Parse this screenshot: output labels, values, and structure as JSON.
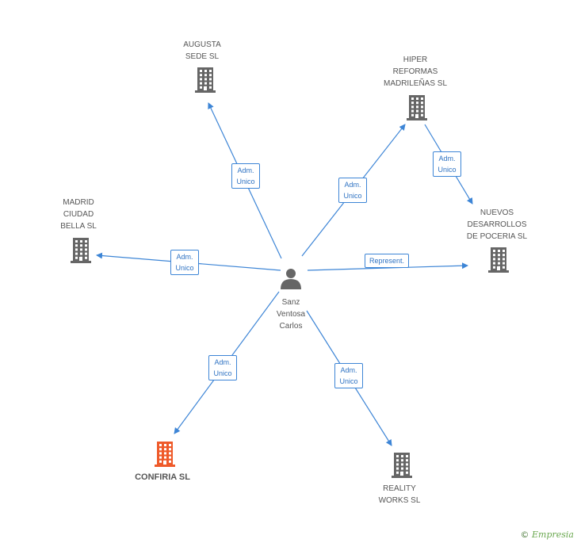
{
  "center": {
    "name": "Sanz\nVentosa\nCarlos",
    "icon": "person-icon"
  },
  "nodes": [
    {
      "id": "augusta",
      "name": "AUGUSTA\nSEDE SL",
      "icon": "building-icon",
      "color": "#666666",
      "highlight": false
    },
    {
      "id": "hiper",
      "name": "HIPER\nREFORMAS\nMADRILEÑAS SL",
      "icon": "building-icon",
      "color": "#666666",
      "highlight": false
    },
    {
      "id": "nuevos",
      "name": "NUEVOS\nDESARROLLOS\nDE POCERIA SL",
      "icon": "building-icon",
      "color": "#666666",
      "highlight": false
    },
    {
      "id": "madrid",
      "name": "MADRID\nCIUDAD\nBELLA SL",
      "icon": "building-icon",
      "color": "#666666",
      "highlight": false
    },
    {
      "id": "confiria",
      "name": "CONFIRIA  SL",
      "icon": "building-icon",
      "color": "#ef5a2a",
      "highlight": true
    },
    {
      "id": "reality",
      "name": "REALITY\nWORKS  SL",
      "icon": "building-icon",
      "color": "#666666",
      "highlight": false
    }
  ],
  "edges": [
    {
      "from": "center",
      "to": "augusta",
      "label": "Adm.\nUnico"
    },
    {
      "from": "center",
      "to": "hiper",
      "label": "Adm.\nUnico"
    },
    {
      "from": "hiper",
      "to": "nuevos",
      "label": "Adm.\nUnico"
    },
    {
      "from": "center",
      "to": "nuevos",
      "label": "Represent."
    },
    {
      "from": "center",
      "to": "madrid",
      "label": "Adm.\nUnico"
    },
    {
      "from": "center",
      "to": "confiria",
      "label": "Adm.\nUnico"
    },
    {
      "from": "center",
      "to": "reality",
      "label": "Adm.\nUnico"
    }
  ],
  "colors": {
    "edge": "#3d85d6",
    "node": "#666666",
    "highlight": "#ef5a2a"
  },
  "watermark": {
    "symbol": "©",
    "brand": "Empresia"
  }
}
